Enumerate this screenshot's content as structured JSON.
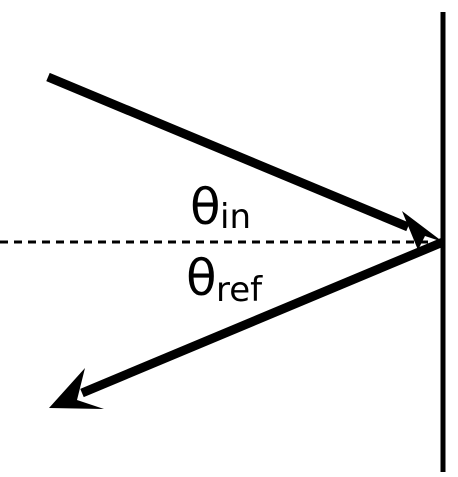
{
  "diagram": {
    "colors": {
      "stroke": "#000000",
      "background": "#ffffff"
    },
    "labels": {
      "incident_angle": {
        "symbol": "θ",
        "subscript": "in"
      },
      "reflected_angle": {
        "symbol": "θ",
        "subscript": "ref"
      }
    }
  }
}
